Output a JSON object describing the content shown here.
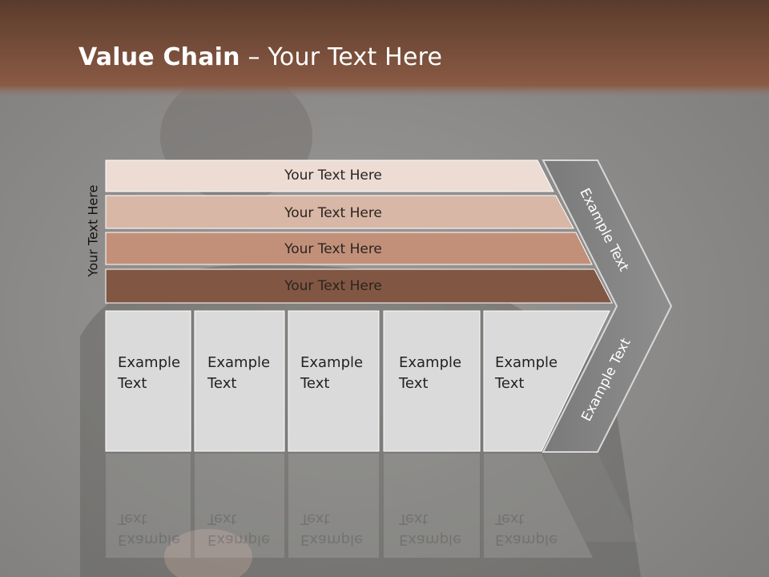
{
  "title": {
    "bold": "Value Chain",
    "rest": " – Your Text Here"
  },
  "side_label": "Your Text Here",
  "bars": [
    {
      "label": "Your Text Here",
      "color": "#ecdcd4"
    },
    {
      "label": "Your Text Here",
      "color": "#d8b7a7"
    },
    {
      "label": "Your Text Here",
      "color": "#c29079"
    },
    {
      "label": "Your Text Here",
      "color": "#815743"
    }
  ],
  "columns": [
    {
      "line1": "Example",
      "line2": "Text"
    },
    {
      "line1": "Example",
      "line2": "Text"
    },
    {
      "line1": "Example",
      "line2": "Text"
    },
    {
      "line1": "Example",
      "line2": "Text"
    },
    {
      "line1": "Example",
      "line2": "Text"
    }
  ],
  "arrow": {
    "top_label": "Example Text",
    "bottom_label": "Example Text",
    "color": "#858585"
  },
  "colors": {
    "title_bar": "#6b4838",
    "column_fill": "#dadada"
  }
}
